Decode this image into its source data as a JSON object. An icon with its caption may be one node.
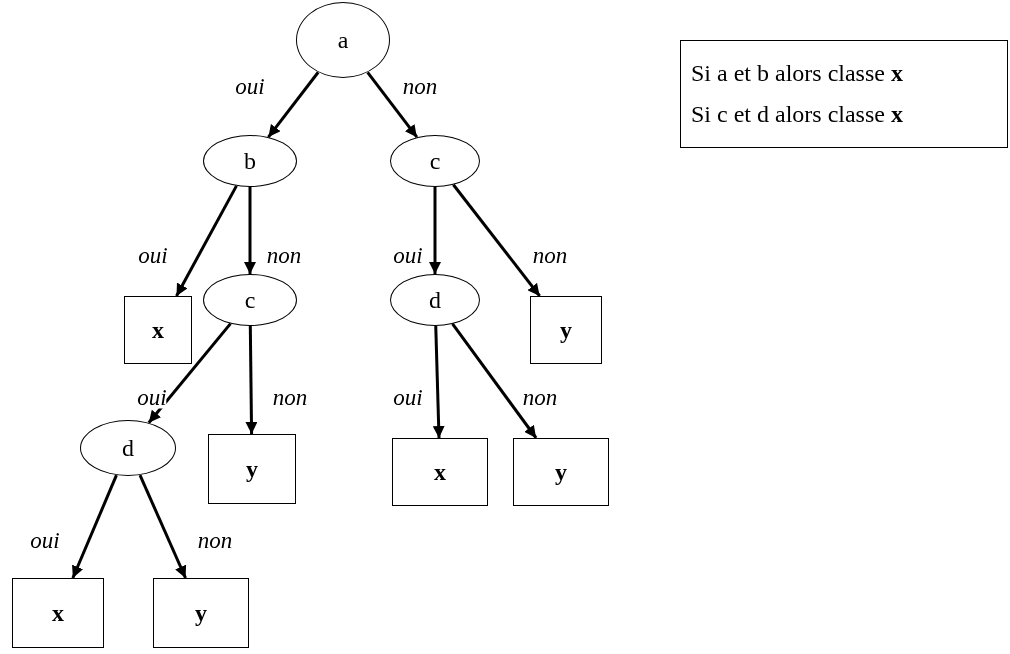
{
  "diagram": {
    "nodes": [
      {
        "text": [
          "a"
        ]
      },
      {
        "text": [
          "b"
        ]
      },
      {
        "text": [
          "c"
        ]
      },
      {
        "text": [
          "x"
        ]
      },
      {
        "text": [
          "c"
        ]
      },
      {
        "text": [
          "d"
        ]
      },
      {
        "text": [
          "y"
        ]
      },
      {
        "text": [
          "d"
        ]
      },
      {
        "text": [
          "y"
        ]
      },
      {
        "text": [
          "x"
        ]
      },
      {
        "text": [
          "y"
        ]
      },
      {
        "text": [
          "x"
        ]
      },
      {
        "text": [
          "y"
        ]
      },
      {
        "text": [
          "Si a et b alors classe **x**",
          "Si c et d alors classe **x**"
        ]
      }
    ],
    "edges": [
      {
        "from": 0,
        "to": 1,
        "arrow": "to",
        "label": "oui"
      },
      {
        "from": 0,
        "to": 2,
        "arrow": "to",
        "label": "non"
      },
      {
        "from": 1,
        "to": 3,
        "arrow": "to",
        "label": "oui"
      },
      {
        "from": 1,
        "to": 4,
        "arrow": "to",
        "label": "non"
      },
      {
        "from": 2,
        "to": 5,
        "arrow": "to",
        "label": "oui"
      },
      {
        "from": 2,
        "to": 6,
        "arrow": "to",
        "label": "non"
      },
      {
        "from": 4,
        "to": 7,
        "arrow": "to",
        "label": "oui"
      },
      {
        "from": 4,
        "to": 8,
        "arrow": "to",
        "label": "non"
      },
      {
        "from": 5,
        "to": 9,
        "arrow": "to",
        "label": "oui"
      },
      {
        "from": 5,
        "to": 10,
        "arrow": "to",
        "label": "non"
      },
      {
        "from": 7,
        "to": 11,
        "arrow": "to",
        "label": "oui"
      },
      {
        "from": 7,
        "to": 12,
        "arrow": "to",
        "label": "non"
      }
    ]
  }
}
